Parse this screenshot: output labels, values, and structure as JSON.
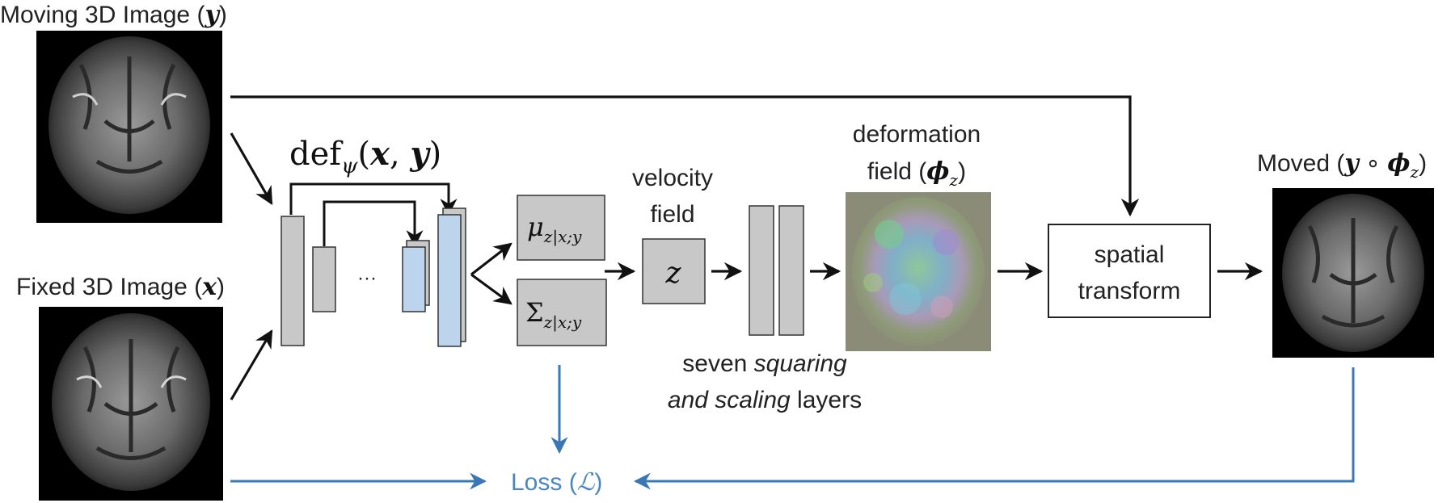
{
  "labels": {
    "moving_prefix": "Moving 3D Image (",
    "moving_var": "y",
    "fixed_prefix": "Fixed 3D Image (",
    "fixed_var": "x",
    "close_paren": ")",
    "def_name": "def",
    "def_sub": "ψ",
    "def_args_open": "(",
    "def_arg_x": "x",
    "def_comma": ", ",
    "def_arg_y": "y",
    "def_args_close": ")",
    "ellipsis": "···",
    "mu_symbol": "μ",
    "sigma_symbol": "Σ",
    "cond_sub": "z|x;y",
    "velocity_line1": "velocity",
    "velocity_line2": "field",
    "z_symbol": "z",
    "deform_line1": "deformation",
    "deform_line2_prefix": "field (",
    "phi_symbol": "ϕ",
    "phi_sub": "z",
    "moved_prefix": "Moved (",
    "compose": " ∘ ",
    "seven_prefix": "seven ",
    "seven_italic": "squaring",
    "and_scaling_italic": "and scaling",
    "layers_suffix": " layers",
    "spatial_line1": "spatial",
    "spatial_line2": "transform",
    "loss_prefix": "Loss (",
    "loss_symbol": "ℒ",
    "loss_suffix": ")"
  },
  "colors": {
    "arrow": "#111111",
    "loss_arrow": "#3a78b5",
    "loss_text": "#4a86c0",
    "block_gray": "#c8c8c8",
    "block_blue": "#bcd4ec",
    "block_border": "#333333",
    "brain_bg": "#000000"
  },
  "icons": [
    "moving-brain-image",
    "fixed-brain-image",
    "deformation-field-image",
    "moved-brain-image"
  ]
}
